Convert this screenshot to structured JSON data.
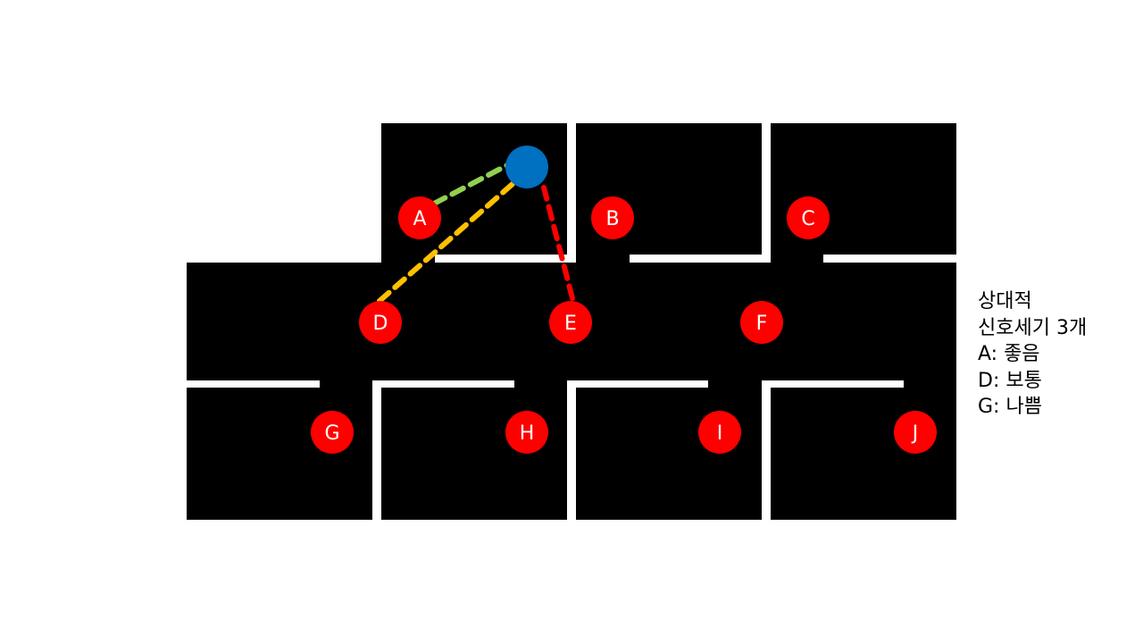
{
  "colors": {
    "room": "#000000",
    "wall": "#ffffff",
    "node": "#ff0000",
    "node_text": "#ffffff",
    "beacon": "#0070c0",
    "signal_good": "#92d050",
    "signal_normal": "#ffc000",
    "signal_bad": "#ff0000"
  },
  "nodes": [
    {
      "id": "A",
      "label": "A"
    },
    {
      "id": "B",
      "label": "B"
    },
    {
      "id": "C",
      "label": "C"
    },
    {
      "id": "D",
      "label": "D"
    },
    {
      "id": "E",
      "label": "E"
    },
    {
      "id": "F",
      "label": "F"
    },
    {
      "id": "G",
      "label": "G"
    },
    {
      "id": "H",
      "label": "H"
    },
    {
      "id": "I",
      "label": "I"
    },
    {
      "id": "J",
      "label": "J"
    }
  ],
  "links": [
    {
      "to": "A",
      "strength": "good"
    },
    {
      "to": "D",
      "strength": "normal"
    },
    {
      "to": "E",
      "strength": "bad"
    }
  ],
  "legend": {
    "line1": "상대적",
    "line2": "신호세기 3개",
    "line3": "A: 좋음",
    "line4": "D: 보통",
    "line5": "G: 나쁨"
  }
}
